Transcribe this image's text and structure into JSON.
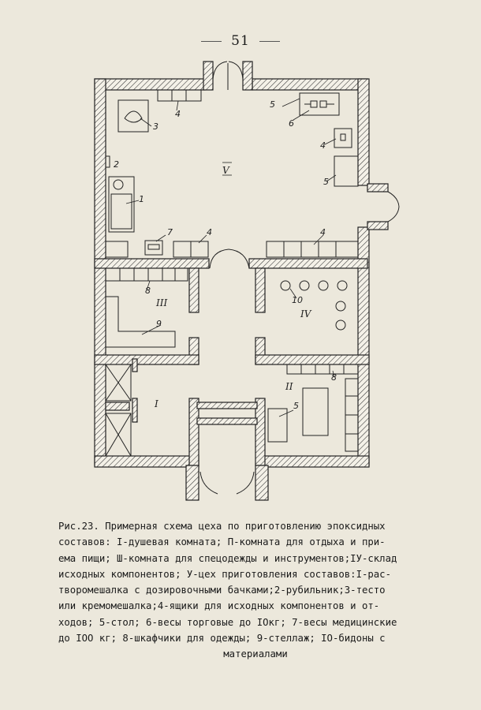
{
  "page_number": "51",
  "diagram": {
    "room_labels": [
      "I",
      "II",
      "III",
      "IV",
      "V"
    ],
    "item_labels": [
      "1",
      "2",
      "3",
      "4",
      "5",
      "6",
      "7",
      "8",
      "9",
      "10"
    ]
  },
  "caption": {
    "lines": [
      "Рис.23. Примерная схема цеха по приготовлению эпоксидных",
      "составов: I-душевая комната; П-комната для отдыха и при-",
      "ема пищи; Ш-комната для спецодежды и инструментов;IУ-склад",
      "исходных компонентов; У-цех приготовления составов:I-рас-",
      "творомешалка с дозировочными бачками;2-рубильник;3-тесто",
      "или кремомешалка;4-ящики для исходных компонентов и от-",
      "ходов; 5-стол; 6-весы торговые до IOкг; 7-весы медицинские",
      "до IOO кг; 8-шкафчики для одежды; 9-стеллаж; IO-бидоны с",
      "материалами"
    ]
  }
}
